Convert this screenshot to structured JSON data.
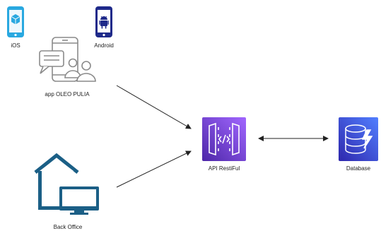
{
  "nodes": {
    "ios": {
      "label": "iOS",
      "icon": "ios-mobile-icon",
      "color": "#29a8e0"
    },
    "android": {
      "label": "Android",
      "icon": "android-mobile-icon",
      "color": "#1f2a8a"
    },
    "app": {
      "label": "app OLEO PULIA",
      "icon": "mobile-chat-users-icon",
      "color": "#8a8a8a"
    },
    "backoffice": {
      "label": "Back Office",
      "icon": "house-monitor-icon",
      "color": "#1b5f86"
    },
    "api": {
      "label": "API RestiFul",
      "icon": "api-gateway-icon",
      "color": "#7b3fe4"
    },
    "database": {
      "label": "Database",
      "icon": "dynamodb-icon",
      "color": "#3f51d6"
    }
  },
  "edges": [
    {
      "from": "app",
      "to": "api",
      "style": "arrow"
    },
    {
      "from": "backoffice",
      "to": "api",
      "style": "arrow"
    },
    {
      "from": "api",
      "to": "database",
      "style": "bidirectional-arrow"
    }
  ]
}
